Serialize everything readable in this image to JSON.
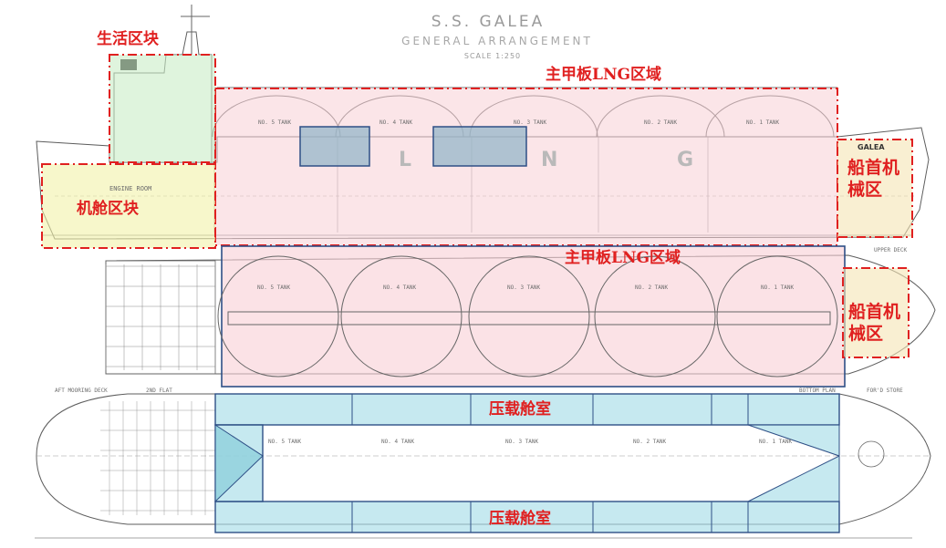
{
  "header": {
    "ship_name": "S.S. GALEA",
    "drawing_title": "GENERAL ARRANGEMENT",
    "scale": "SCALE 1:250"
  },
  "zones": {
    "living_block": "生活区块",
    "engine_block": "机舱区块",
    "main_deck_lng_top": "主甲板LNG区域",
    "main_deck_lng_mid": "主甲板LNG区域",
    "bow_machinery_top": "船首机\n械区",
    "bow_machinery_mid": "船首机\n械区",
    "ballast_top": "压载舱室",
    "ballast_bottom": "压载舱室"
  },
  "hull_letters": [
    "L",
    "N",
    "G"
  ],
  "engine_room_text": "ENGINE ROOM",
  "galea_bow_text": "GALEA",
  "tanks_elevation": [
    "NO. 5 TANK",
    "NO. 4 TANK",
    "NO. 3 TANK",
    "NO. 2 TANK",
    "NO. 1 TANK"
  ],
  "tanks_plan": [
    "NO. 5 TANK",
    "NO. 4 TANK",
    "NO. 3 TANK",
    "NO. 2 TANK",
    "NO. 1 TANK"
  ],
  "tanks_bottom": [
    "NO. 5 TANK",
    "NO. 4 TANK",
    "NO. 3 TANK",
    "NO. 2 TANK",
    "NO. 1 TANK"
  ],
  "plan_labels": {
    "upper_deck": "UPPER DECK",
    "aft_mooring_deck": "AFT MOORING DECK",
    "second_flat": "2ND FLAT",
    "bottom_plan": "BOTTOM PLAN",
    "fore_deck_store": "FOR'D STORE"
  },
  "colors": {
    "zone_red": "#e02020",
    "zone_blue": "#2e4f86",
    "lng_fill": "#f8cfd6",
    "living_fill": "#c9ecc6",
    "engine_fill": "#f2f1a8",
    "bow_fill": "#f5e4b4",
    "ballast_fill": "#a8dde8",
    "cargo_pump_fill": "#8fb3c7",
    "drawing_line": "#555555"
  }
}
